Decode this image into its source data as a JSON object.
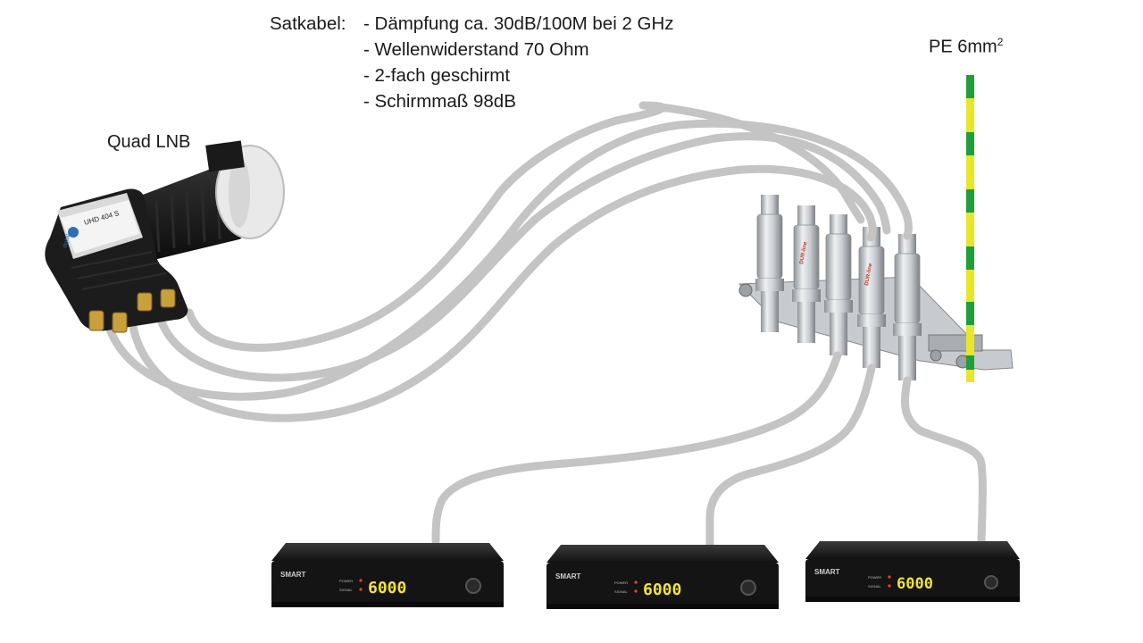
{
  "labels": {
    "lnb": "Quad LNB",
    "pe_text": "PE 6mm",
    "pe_sup": "2"
  },
  "cable_notes": {
    "heading": "Satkabel:",
    "items": [
      "- Dämpfung ca. 30dB/100M bei 2 GHz",
      "- Wellenwiderstand 70 Ohm",
      "- 2-fach geschirmt",
      "- Schirmmaß  98dB"
    ]
  },
  "lnb_device": {
    "model": "UHD 404 S",
    "brand": "digital"
  },
  "receivers": [
    {
      "brand": "SMART",
      "display": "6000",
      "led_labels": [
        "POWER",
        "SIGNAL"
      ]
    },
    {
      "brand": "SMART",
      "display": "6000",
      "led_labels": [
        "POWER",
        "SIGNAL"
      ]
    },
    {
      "brand": "SMART",
      "display": "6000",
      "led_labels": [
        "POWER",
        "SIGNAL"
      ]
    }
  ],
  "grounding_block": {
    "brand": "DUR-line",
    "count": 5
  },
  "colors": {
    "cable": "#c4c4c4",
    "pe_green": "#1f9e3a",
    "pe_yellow": "#e8e62a",
    "display_digits": "#f2e23a",
    "device_body": "#1c1c1c",
    "lnb_cap": "#e9e9e9",
    "connector_gold": "#c9a03c",
    "bracket_metal": "#b8bcc0"
  }
}
